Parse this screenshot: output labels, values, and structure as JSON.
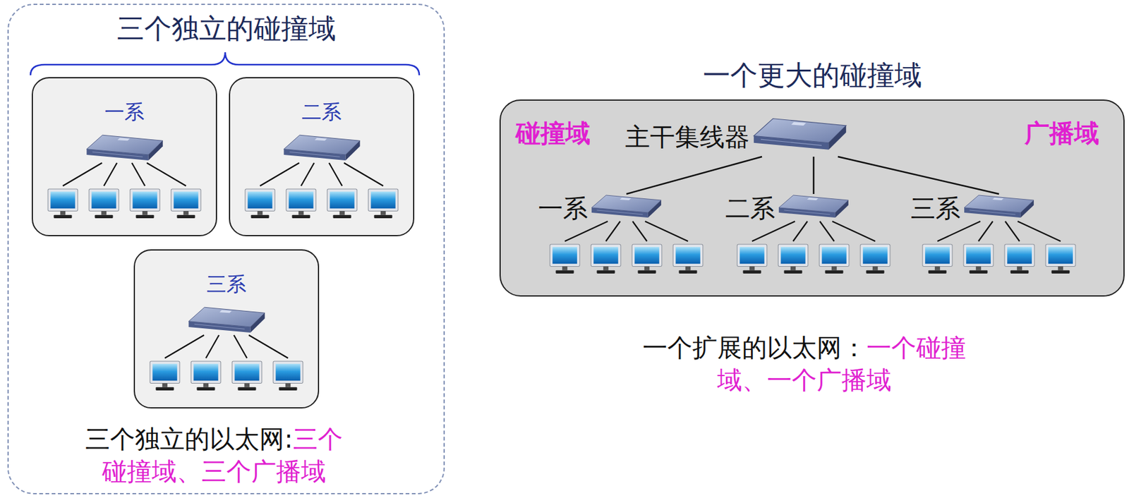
{
  "diagram": {
    "nodes": [
      {
        "text": [
          "三个独立的碰撞域",
          "三个独立的以太网:",
          "三个碰撞域、三个广播域"
        ]
      },
      {
        "text": [
          "一系"
        ],
        "in": 0
      },
      {
        "text": [
          "二系"
        ],
        "in": 0
      },
      {
        "text": [
          "三系"
        ],
        "in": 0
      },
      {
        "text": [
          "一个更大的碰撞域"
        ]
      },
      {
        "text": [
          "主干集线器"
        ],
        "in": 4
      },
      {
        "text": [
          "一系"
        ],
        "in": 4
      },
      {
        "text": [
          "二系"
        ],
        "in": 4
      },
      {
        "text": [
          "三系"
        ],
        "in": 4
      }
    ],
    "edges": [
      {
        "from": 5,
        "to": 6,
        "arrow": "none"
      },
      {
        "from": 5,
        "to": 7,
        "arrow": "none"
      },
      {
        "from": 5,
        "to": 8,
        "arrow": "none"
      }
    ],
    "labels": [
      "碰撞域",
      "广播域",
      "一个扩展的以太网：",
      "一个碰撞域、一个广播域"
    ]
  }
}
